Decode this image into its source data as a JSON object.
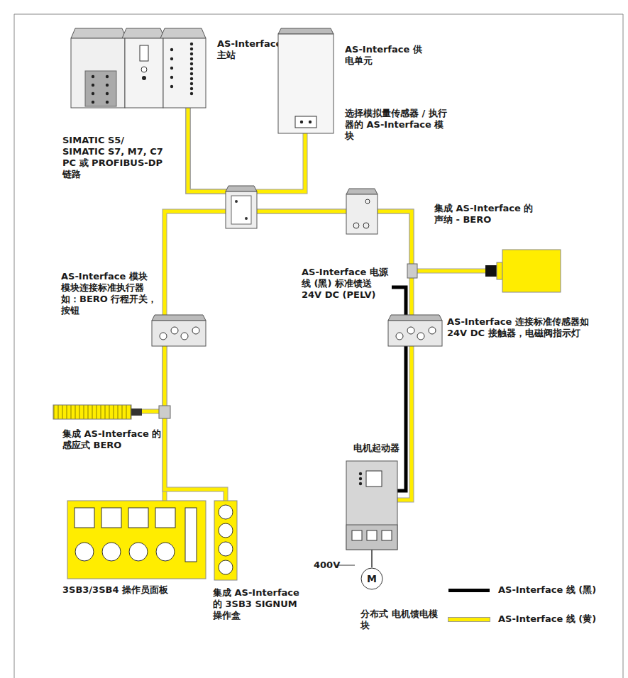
{
  "diagram": {
    "nodes": [
      {
        "text": [
          "SIMATIC S5/ SIMATIC S7, M7, C7 PC 或 PROFIBUS-DP 链路",
          "AS-Interface 主站"
        ]
      },
      {
        "text": [
          "AS-Interface 供电单元"
        ]
      },
      {
        "text": [
          "AS-Interface 模块 模块连接标准执行器 如：BERO 行程开关，按钮"
        ]
      },
      {
        "text": [
          "集成 AS-Interface 的 感应式 BERO"
        ]
      },
      {
        "text": [
          "3SB3/3SB4 操作员面板"
        ]
      },
      {
        "text": [
          "集成 AS-Interface 的 3SB3 SIGNUM 操作盒"
        ]
      },
      {
        "text": [
          "集成 AS-Interface 的声纳 - BERO"
        ]
      },
      {
        "text": [
          "AS-Interface 连接标准传感器如 24V DC 接触器，电磁阀指示灯"
        ]
      },
      {
        "text": [
          "电机起动器"
        ]
      },
      {
        "text": [
          "M",
          "分布式 电机馈电模块"
        ]
      }
    ],
    "edges": [
      {
        "from": 0,
        "to": 1,
        "arrow": "none"
      },
      {
        "from": 0,
        "to": 2,
        "arrow": "none"
      },
      {
        "from": 0,
        "to": 6,
        "arrow": "none"
      },
      {
        "from": 0,
        "to": 7,
        "arrow": "none"
      },
      {
        "from": 2,
        "to": 3,
        "arrow": "none"
      },
      {
        "from": 2,
        "to": 4,
        "arrow": "none"
      },
      {
        "from": 2,
        "to": 5,
        "arrow": "none"
      },
      {
        "from": 7,
        "to": 8,
        "arrow": "none"
      },
      {
        "from": 8,
        "to": 9,
        "arrow": "none"
      }
    ],
    "labels": [
      "选择模拟量传感器 / 执行器的 AS-Interface 模块",
      "AS-Interface 电源线 (黑) 标准馈送 24V DC (PELV)",
      "400V"
    ],
    "legend": [
      {
        "text": "AS-Interface 线 (黑)",
        "color": "#000000"
      },
      {
        "text": "AS-Interface 线 (黄)",
        "color": "#ffed00"
      }
    ]
  }
}
